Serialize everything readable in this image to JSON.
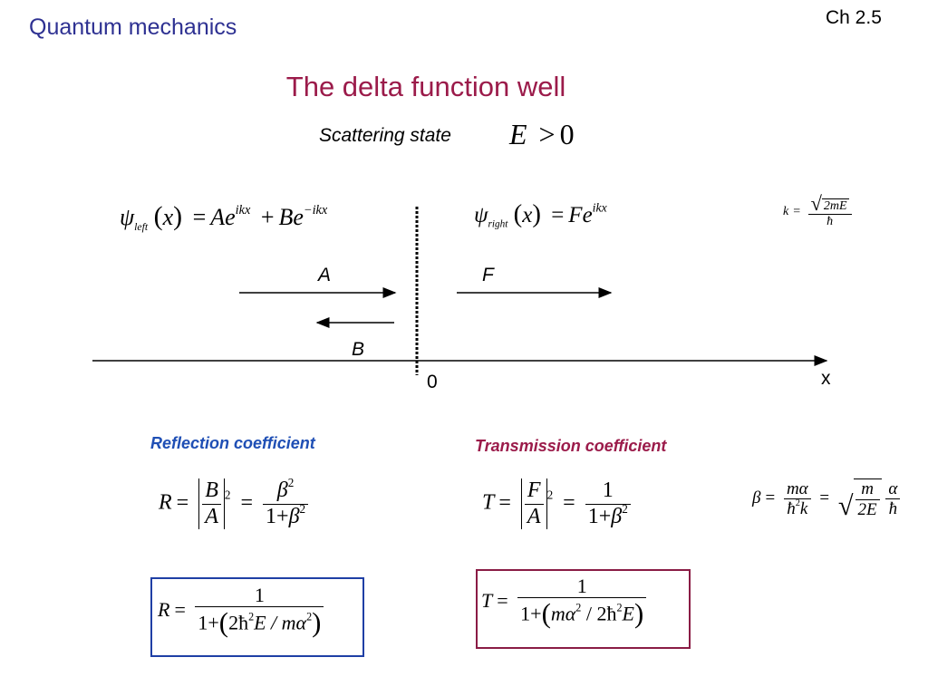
{
  "header": {
    "topic": "Quantum mechanics",
    "chapter": "Ch 2.5"
  },
  "title": "The delta function well",
  "subtitle": "Scattering state",
  "energy_condition": {
    "lhs": "E",
    "op": ">",
    "rhs": "0"
  },
  "equations": {
    "psi_left": {
      "psi": "ψ",
      "sub": "left",
      "arg": "x",
      "A": "Ae",
      "A_exp": "ikx",
      "B": "Be",
      "B_exp": "−ikx"
    },
    "psi_right": {
      "psi": "ψ",
      "sub": "right",
      "arg": "x",
      "F": "Fe",
      "F_exp": "ikx"
    },
    "k_def": {
      "lhs": "k",
      "num": "2mE",
      "den": "ħ"
    }
  },
  "diagram": {
    "label_A": "A",
    "label_F": "F",
    "label_B": "B",
    "origin_label": "0",
    "axis_label": "x"
  },
  "reflection": {
    "heading": "Reflection coefficient",
    "eq1": {
      "lhs": "R",
      "num": "B",
      "den": "A",
      "exp": "2",
      "rhs_num": "β",
      "rhs_den": "1+"
    },
    "eq2": {
      "lhs": "R",
      "num": "1",
      "den_pre": "1+",
      "den_inner": "2ħ",
      "den_inner2": "E / mα"
    }
  },
  "transmission": {
    "heading": "Transmission coefficient",
    "eq1": {
      "lhs": "T",
      "num": "F",
      "den": "A",
      "exp": "2",
      "rhs_num": "1",
      "rhs_den": "1+"
    },
    "eq2": {
      "lhs": "T",
      "num": "1",
      "den_pre": "1+",
      "den_inner": "mα",
      "den_inner2": " / 2ħ",
      "den_inner3": "E"
    }
  },
  "beta_def": {
    "lhs": "β",
    "f1_num": "mα",
    "f1_den": "ħ",
    "f1_den2": "k",
    "f2_num": "m",
    "f2_den": "2E",
    "f3_num": "α",
    "f3_den": "ħ"
  },
  "colors": {
    "header": "#2e3192",
    "title": "#9b1b4a",
    "reflection": "#1f4fb5",
    "transmission": "#9b1b4a"
  }
}
